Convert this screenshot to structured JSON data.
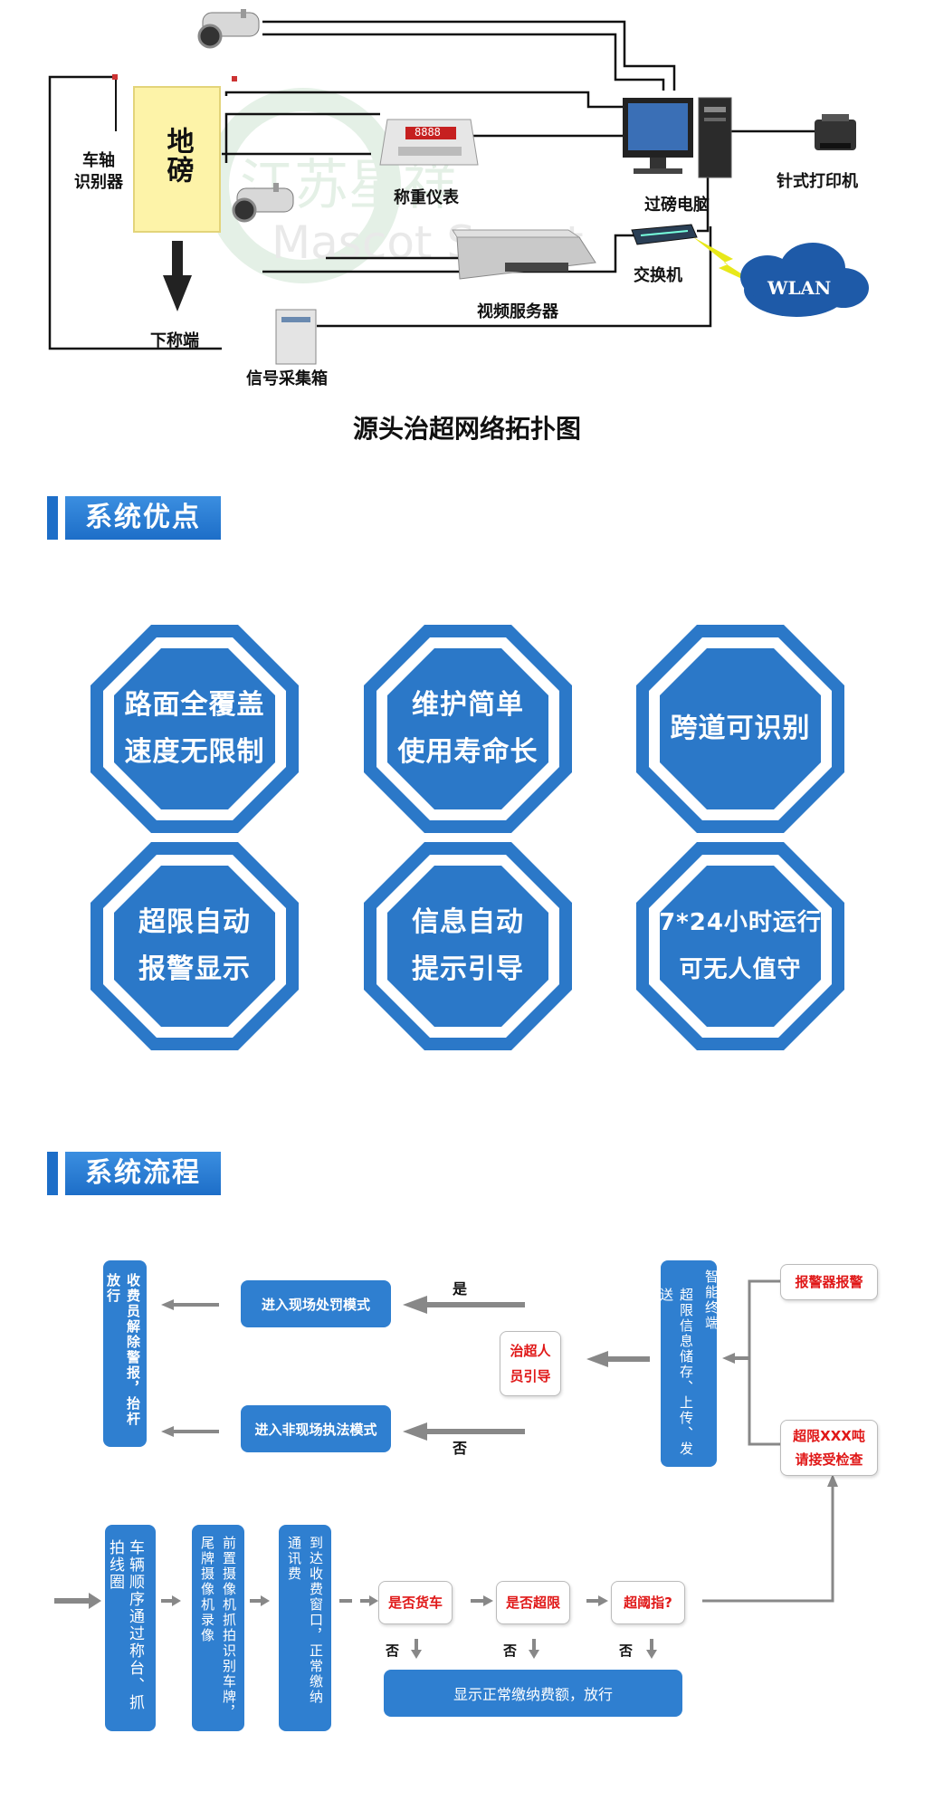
{
  "topology": {
    "labels": {
      "ground_scale": "地磅",
      "axle_detector": [
        "车轴",
        "识别器"
      ],
      "lower_end": "下称端",
      "weighing_meter": "称重仪表",
      "pc": "过磅电脑",
      "printer": "针式打印机",
      "switch": "交换机",
      "wlan": "WLAN",
      "video_server": "视频服务器",
      "signal_box": "信号采集箱",
      "meter_display": "8888"
    },
    "caption": "源头治超网络拓扑图"
  },
  "advantages": {
    "header": "系统优点",
    "items": [
      {
        "line1": "路面全覆盖",
        "line2": "速度无限制"
      },
      {
        "line1": "维护简单",
        "line2": "使用寿命长"
      },
      {
        "line1": "跨道可识别",
        "line2": ""
      },
      {
        "line1": "超限自动",
        "line2": "报警显示"
      },
      {
        "line1": "信息自动",
        "line2": "提示引导"
      },
      {
        "line1": "7*24小时运行",
        "line2": "可无人值守"
      }
    ]
  },
  "process": {
    "header": "系统流程",
    "top": {
      "release_box": "收费员解除警报，抬杆放行",
      "onsite_mode": "进入现场处罚模式",
      "offsite_mode": "进入非现场执法模式",
      "yes": "是",
      "no": "否",
      "guide": [
        "治超人",
        "员引导"
      ],
      "terminal_col1": "智能终端",
      "terminal_col2": "超限信息储存、上传、发送",
      "alarm": "报警器报警",
      "overload": [
        "超限XXX吨",
        "请接受检查"
      ]
    },
    "bottom": {
      "step1": "车辆顺序通过称台、抓拍线圈",
      "step2_col1": "前置摄像机抓拍识别车牌，",
      "step2_col2": "尾牌摄像机录像",
      "step3_col1": "到达收费窗口，正常缴纳",
      "step3_col2": "通讯费",
      "q1": "是否货车",
      "q2": "是否超限",
      "q3": "超阈指?",
      "no1": "否",
      "no2": "否",
      "no3": "否",
      "normal": "显示正常缴纳费额，放行"
    }
  }
}
